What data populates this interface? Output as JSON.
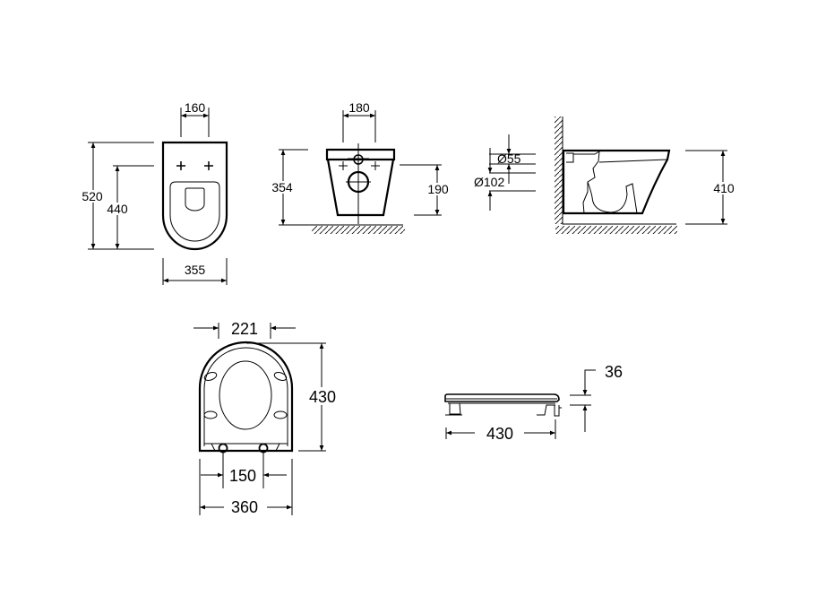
{
  "views": {
    "top_view": {
      "width_fixing": "160",
      "length_total": "520",
      "length_fixing": "440",
      "width_total": "355"
    },
    "front_view": {
      "width_fixing": "180",
      "height_total": "354",
      "height_outlet": "190"
    },
    "side_view": {
      "inlet_diameter": "Ø55",
      "outlet_diameter": "Ø102",
      "height": "410"
    },
    "seat_top_view": {
      "opening_width": "221",
      "length": "430",
      "hinge_spacing": "150",
      "width": "360"
    },
    "seat_side_view": {
      "thickness": "36",
      "length": "430"
    }
  },
  "colors": {
    "line": "#000000",
    "background": "#ffffff"
  }
}
